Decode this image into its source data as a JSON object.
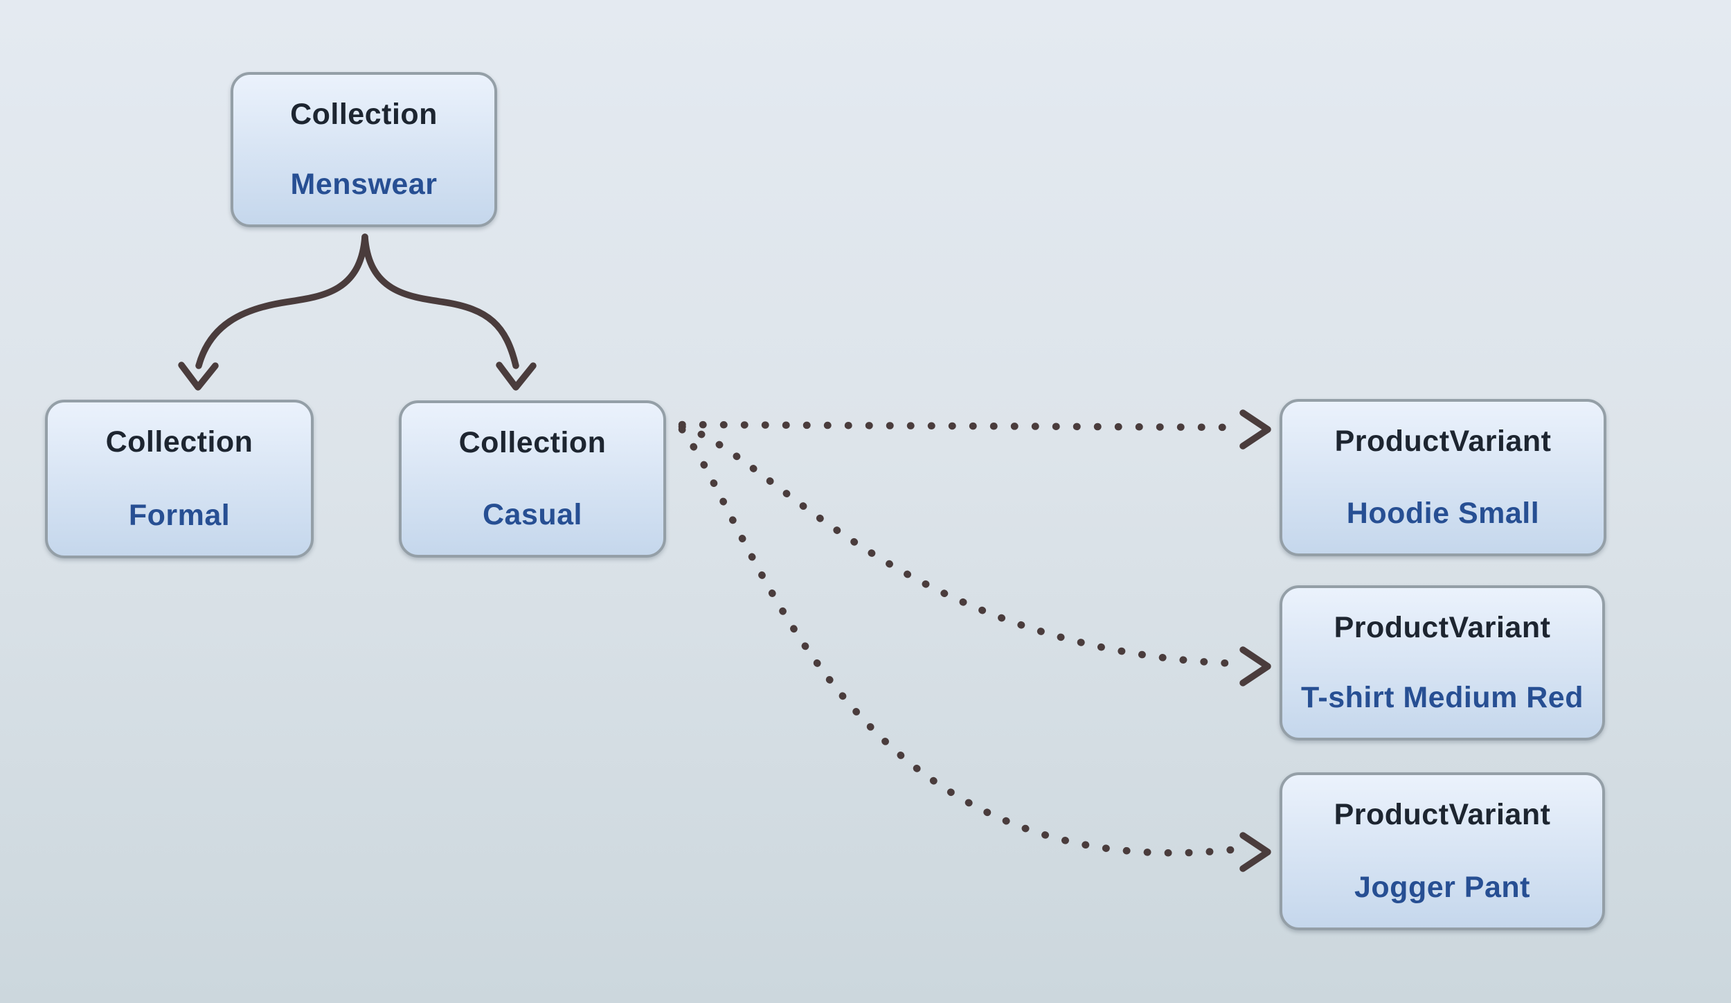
{
  "diagram": {
    "nodes": [
      {
        "id": "menswear",
        "type": "Collection",
        "label": "Menswear"
      },
      {
        "id": "formal",
        "type": "Collection",
        "label": "Formal"
      },
      {
        "id": "casual",
        "type": "Collection",
        "label": "Casual"
      },
      {
        "id": "hoodie",
        "type": "ProductVariant",
        "label": "Hoodie Small"
      },
      {
        "id": "tshirt",
        "type": "ProductVariant",
        "label": "T-shirt Medium Red"
      },
      {
        "id": "jogger",
        "type": "ProductVariant",
        "label": "Jogger Pant"
      }
    ],
    "edges": [
      {
        "from": "Menswear",
        "to": "Formal",
        "style": "solid-curved-arrow"
      },
      {
        "from": "Menswear",
        "to": "Casual",
        "style": "solid-curved-arrow"
      },
      {
        "from": "Casual",
        "to": "Hoodie Small",
        "style": "dotted-curved-arrow"
      },
      {
        "from": "Casual",
        "to": "T-shirt Medium Red",
        "style": "dotted-curved-arrow"
      },
      {
        "from": "Casual",
        "to": "Jogger Pant",
        "style": "dotted-curved-arrow"
      }
    ]
  },
  "colors": {
    "background_top": "#e4eaf1",
    "background_bottom": "#ccd7dd",
    "node_fill_top": "#ebf2fc",
    "node_fill_bottom": "#c5d7ec",
    "node_border": "#949fa7",
    "type_text": "#1d2530",
    "label_text": "#274f93",
    "arrow": "#4a3c3c"
  }
}
